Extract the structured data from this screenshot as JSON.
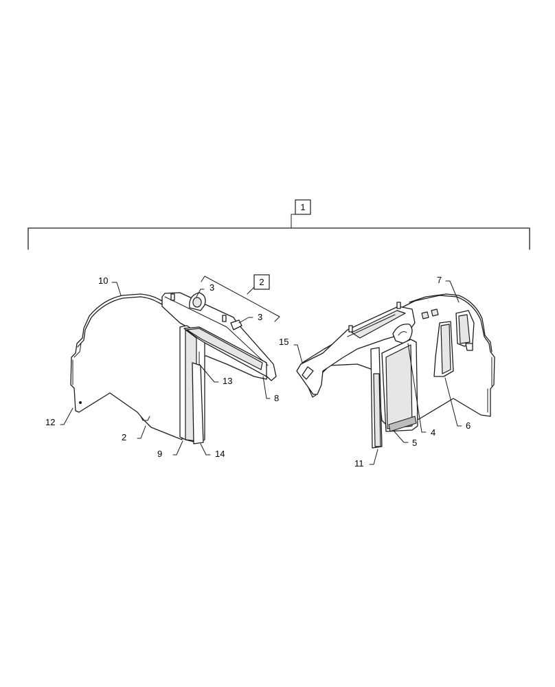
{
  "diagram": {
    "callouts": {
      "c1": "1",
      "c2_box": "2",
      "c2_left": "2",
      "c3_upper": "3",
      "c3_lower": "3",
      "c4": "4",
      "c5": "5",
      "c6": "6",
      "c7": "7",
      "c8": "8",
      "c9": "9",
      "c10": "10",
      "c11": "11",
      "c12": "12",
      "c13": "13",
      "c14": "14",
      "c15": "15"
    }
  }
}
